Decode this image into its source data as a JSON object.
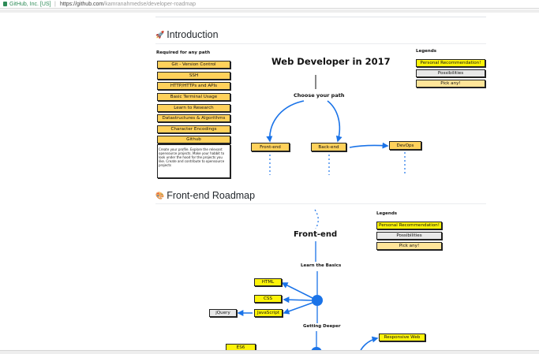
{
  "browser": {
    "site_identity": "GitHub, Inc. [US]",
    "separator": "|",
    "url_host": "https://github.com",
    "url_path": "/kamranahmedse/developer-roadmap"
  },
  "intro": {
    "heading": "Introduction",
    "heading_icon": "rocket-icon",
    "required_label": "Required for any path",
    "required_items": [
      "Git - Version Control",
      "SSH",
      "HTTP/HTTPs and APIs",
      "Basic Terminal Usage",
      "Learn to Research",
      "Datastructures & Algorithms",
      "Character Encodings",
      "Github"
    ],
    "github_note": "Create your profile. Explore the relevant opensource projects. Make your habbit to look under the hood for the projects you like. Create and contribute to opensource projects",
    "diagram_title": "Web Developer in 2017",
    "choose_label": "Choose your path",
    "paths": [
      "Front-end",
      "Back-end",
      "DevOps"
    ],
    "legends_label": "Legends",
    "legends": [
      "Personal Recommendation!",
      "Possibilities",
      "Pick any!"
    ]
  },
  "frontend": {
    "heading": "Front-end Roadmap",
    "heading_icon": "palette-icon",
    "title": "Front-end",
    "basics_label": "Learn the Basics",
    "basics_items": [
      "HTML",
      "CSS",
      "JavaScript"
    ],
    "jquery": "jQuery",
    "deeper_label": "Getting Deeper",
    "responsive": "Responsive Web",
    "es6": "ES6",
    "legends_label": "Legends",
    "legends": [
      "Personal Recommendation!",
      "Possibilities",
      "Pick any!"
    ]
  },
  "colors": {
    "arrow_blue": "#1a73e8",
    "box_yellow": "#ffd15b",
    "box_bright_yellow": "#fdf30a",
    "box_gray": "#e8e8e8",
    "box_pale": "#ffe599"
  }
}
